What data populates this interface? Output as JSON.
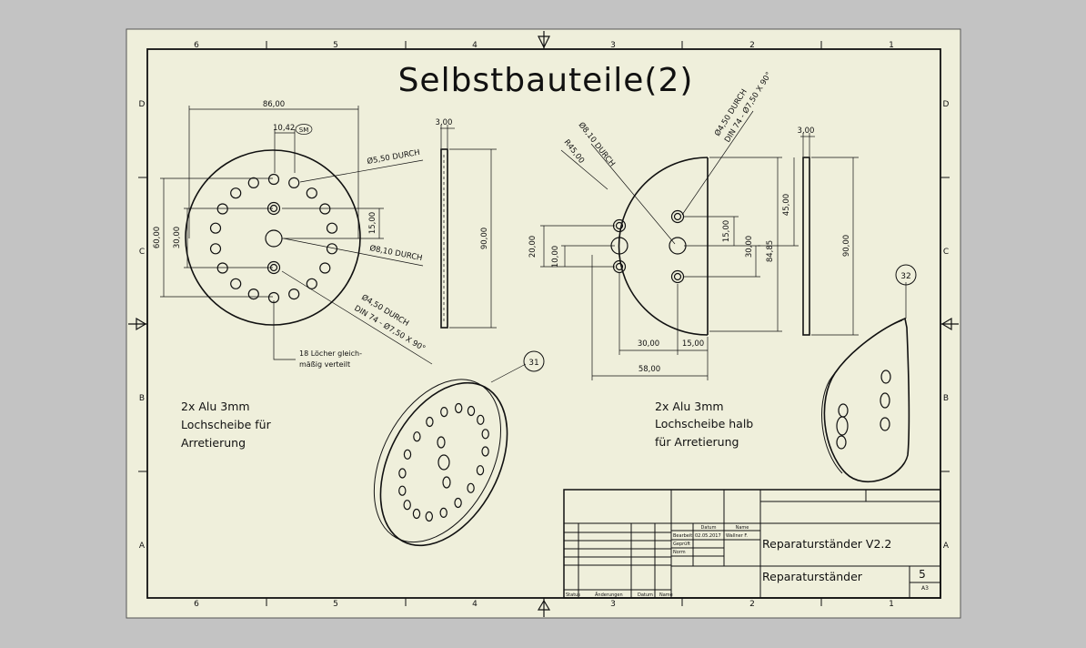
{
  "title": "Selbstbauteile(2)",
  "colors": {
    "background": "#c3c3c3",
    "paper": "#efefdb",
    "ink": "#111111"
  },
  "border": {
    "top_zones": [
      "6",
      "5",
      "4",
      "3",
      "2",
      "1"
    ],
    "bottom_zones": [
      "6",
      "5",
      "4",
      "3",
      "2",
      "1"
    ],
    "left_zones": [
      "D",
      "C",
      "B",
      "A"
    ],
    "right_zones": [
      "D",
      "C",
      "B",
      "A"
    ]
  },
  "view_full_disc": {
    "dim_width": "86,00",
    "dim_pitch": "10,42",
    "dim_pitch_symbol": "SM",
    "dim_hole_small": "Ø5,50 DURCH",
    "dim_hole_center": "Ø8,10 DURCH",
    "dim_csk_line1": "Ø4,50 DURCH",
    "dim_csk_line2": "DIN 74 - Ø7,50 X 90°",
    "dim_60": "60,00",
    "dim_30": "30,00",
    "dim_15": "15,00",
    "note_line1": "18 Löcher gleich-",
    "note_line2": "mäßig verteilt",
    "side_thickness": "3,00",
    "side_height": "90,00"
  },
  "view_half_disc": {
    "dim_hole_center": "Ø8,10 DURCH",
    "dim_radius": "R45,00",
    "dim_csk_line1": "Ø4,50 DURCH",
    "dim_csk_line2": "DIN 74 - Ø7,50 X 90°",
    "dim_20": "20,00",
    "dim_10": "10,00",
    "dim_15v": "15,00",
    "dim_30v": "30,00",
    "dim_45": "45,00",
    "dim_8485": "84,85",
    "dim_30h": "30,00",
    "dim_15h": "15,00",
    "dim_58": "58,00",
    "side_thickness": "3,00",
    "side_height": "90,00"
  },
  "notes": {
    "left": [
      "2x Alu 3mm",
      "Lochscheibe für",
      "Arretierung"
    ],
    "right": [
      "2x Alu 3mm",
      "Lochscheibe halb",
      "für Arretierung"
    ]
  },
  "balloons": {
    "iso_full": "31",
    "iso_half": "32"
  },
  "title_block": {
    "label_datum": "Datum",
    "label_name": "Name",
    "label_bearb": "Bearbeit",
    "value_date": "02.05.2017",
    "value_name": "Wallner F.",
    "label_gepr": "Geprüft",
    "label_norm": "Norm",
    "label_status": "Status",
    "label_aend": "Änderungen",
    "label_datum2": "Datum",
    "label_name2": "Name",
    "project": "Reparaturständer V2.2",
    "drawing_name": "Reparaturständer",
    "sheet_number": "5",
    "sheet_format": "A3"
  }
}
